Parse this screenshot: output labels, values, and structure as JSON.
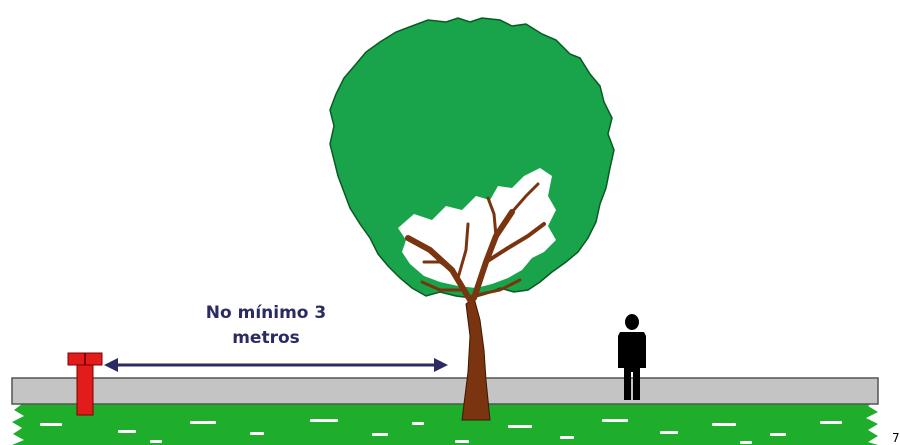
{
  "distance_label": {
    "line1": "No mínimo 3",
    "line2": "metros"
  },
  "page_number": "7",
  "colors": {
    "canopy": "#19a34a",
    "trunk": "#7a3410",
    "hydrant": "#e21b1b",
    "sidewalk": "#c4c4c4",
    "grass": "#1fae2b",
    "arrow": "#2b2b63",
    "person": "#000000"
  },
  "icons": [
    "fire-hydrant-icon",
    "tree-icon",
    "person-icon"
  ]
}
